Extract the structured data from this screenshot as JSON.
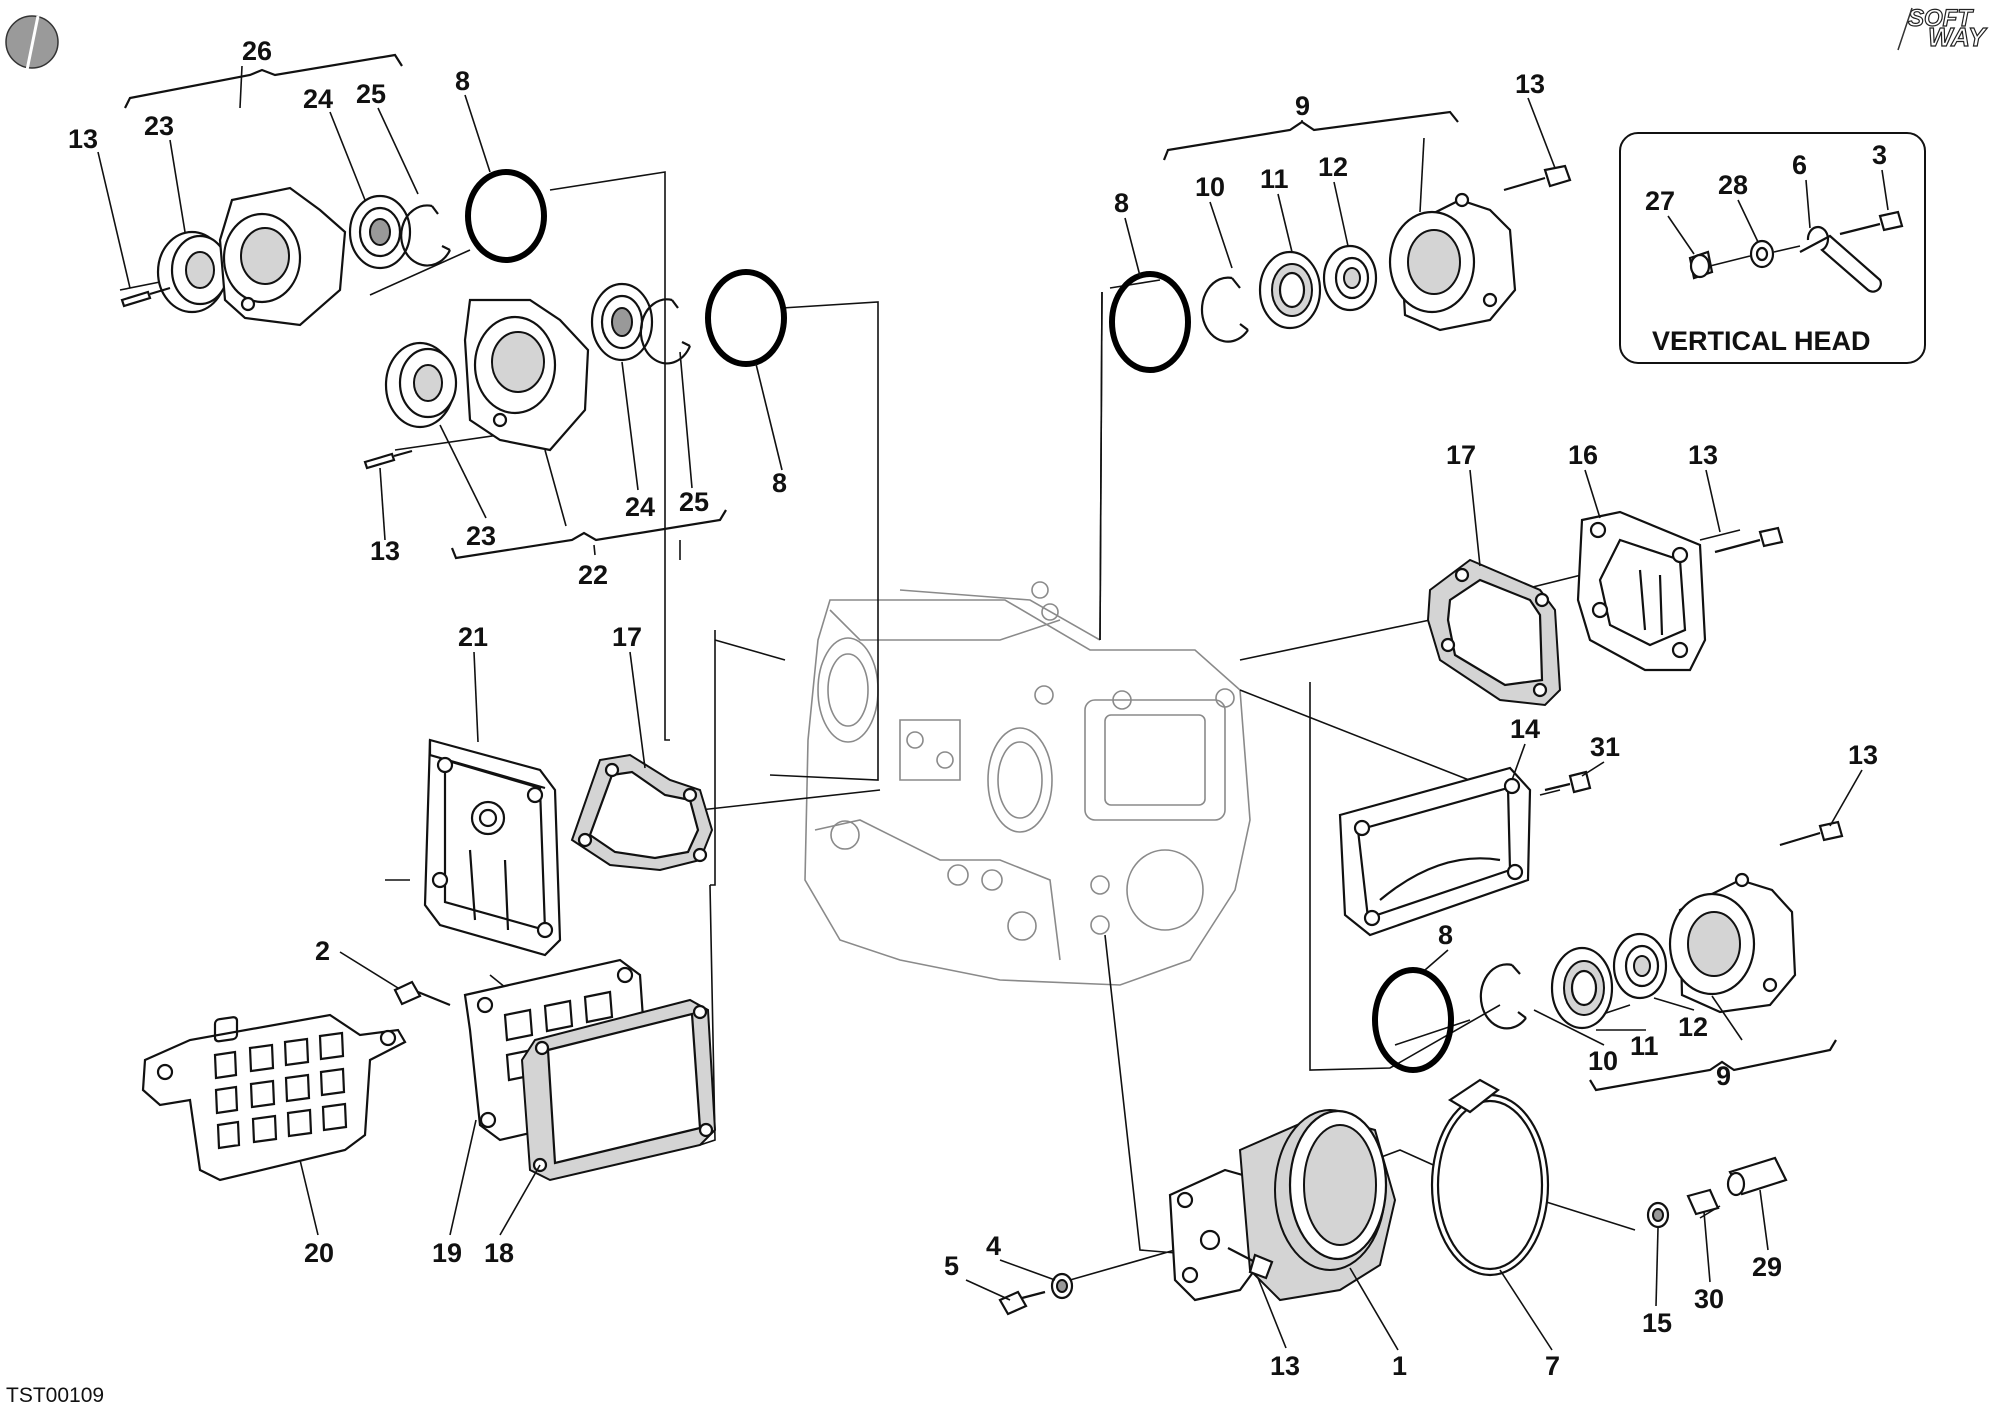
{
  "drawing": {
    "code": "TST00109",
    "inset_title": "VERTICAL HEAD",
    "logo": {
      "line1": "SOFT",
      "line2": "WAY"
    },
    "callouts": [
      {
        "id": "c26",
        "text": "26"
      },
      {
        "id": "c13a",
        "text": "13"
      },
      {
        "id": "c23a",
        "text": "23"
      },
      {
        "id": "c24a",
        "text": "24"
      },
      {
        "id": "c25a",
        "text": "25"
      },
      {
        "id": "c8a",
        "text": "8"
      },
      {
        "id": "c8b",
        "text": "8"
      },
      {
        "id": "c13b",
        "text": "13"
      },
      {
        "id": "c23b",
        "text": "23"
      },
      {
        "id": "c24b",
        "text": "24"
      },
      {
        "id": "c25b",
        "text": "25"
      },
      {
        "id": "c22",
        "text": "22"
      },
      {
        "id": "c9a",
        "text": "9"
      },
      {
        "id": "c13c",
        "text": "13"
      },
      {
        "id": "c8c",
        "text": "8"
      },
      {
        "id": "c10a",
        "text": "10"
      },
      {
        "id": "c11a",
        "text": "11"
      },
      {
        "id": "c12a",
        "text": "12"
      },
      {
        "id": "c27",
        "text": "27"
      },
      {
        "id": "c28",
        "text": "28"
      },
      {
        "id": "c6",
        "text": "6"
      },
      {
        "id": "c3",
        "text": "3"
      },
      {
        "id": "c17a",
        "text": "17"
      },
      {
        "id": "c16",
        "text": "16"
      },
      {
        "id": "c13d",
        "text": "13"
      },
      {
        "id": "c21",
        "text": "21"
      },
      {
        "id": "c17b",
        "text": "17"
      },
      {
        "id": "c14",
        "text": "14"
      },
      {
        "id": "c31",
        "text": "31"
      },
      {
        "id": "c13e",
        "text": "13"
      },
      {
        "id": "c2",
        "text": "2"
      },
      {
        "id": "c8d",
        "text": "8"
      },
      {
        "id": "c10b",
        "text": "10"
      },
      {
        "id": "c11b",
        "text": "11"
      },
      {
        "id": "c12b",
        "text": "12"
      },
      {
        "id": "c9b",
        "text": "9"
      },
      {
        "id": "c20",
        "text": "20"
      },
      {
        "id": "c19",
        "text": "19"
      },
      {
        "id": "c18",
        "text": "18"
      },
      {
        "id": "c4",
        "text": "4"
      },
      {
        "id": "c5",
        "text": "5"
      },
      {
        "id": "c13f",
        "text": "13"
      },
      {
        "id": "c1",
        "text": "1"
      },
      {
        "id": "c7",
        "text": "7"
      },
      {
        "id": "c15",
        "text": "15"
      },
      {
        "id": "c30",
        "text": "30"
      },
      {
        "id": "c29",
        "text": "29"
      }
    ]
  }
}
